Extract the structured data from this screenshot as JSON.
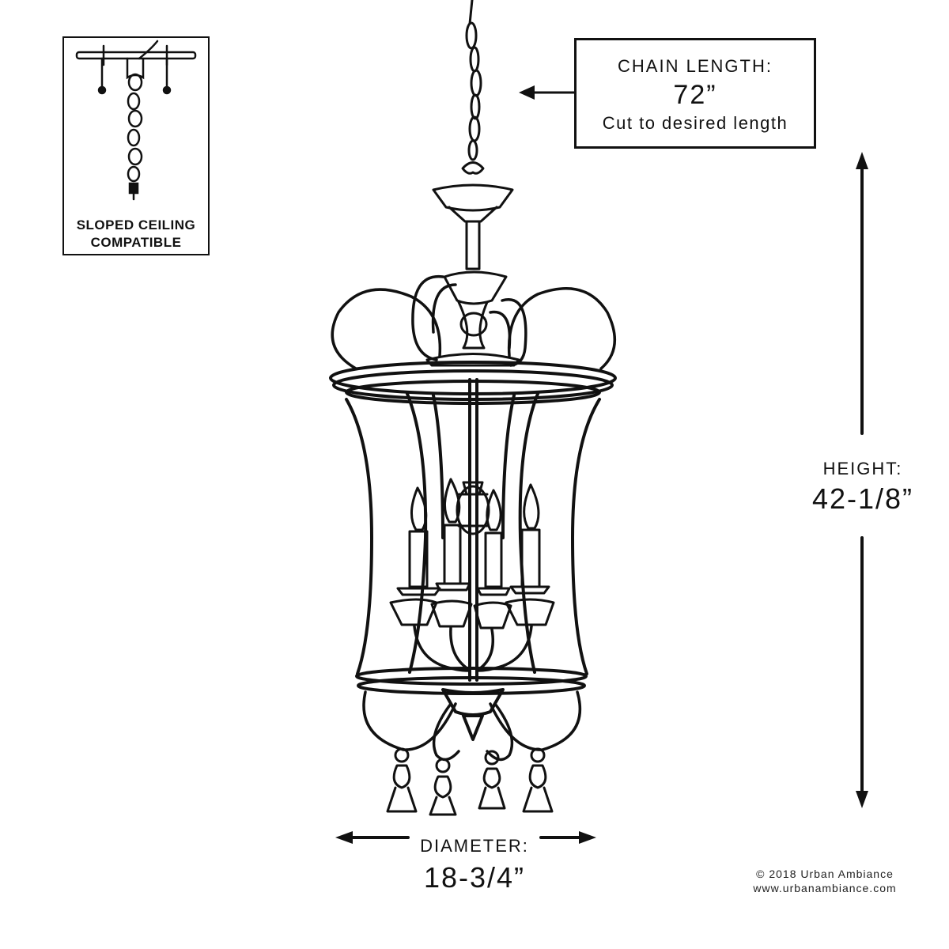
{
  "badge": {
    "line1": "SLOPED CEILING",
    "line2": "COMPATIBLE"
  },
  "chain": {
    "title": "CHAIN LENGTH:",
    "value": "72”",
    "note": "Cut to desired length"
  },
  "height": {
    "title": "HEIGHT:",
    "value": "42-1/8”"
  },
  "diameter": {
    "title": "DIAMETER:",
    "value": "18-3/4”"
  },
  "copyright": {
    "line1": "© 2018 Urban Ambiance",
    "line2": "www.urbanambiance.com"
  },
  "colors": {
    "ink": "#111111",
    "background": "#ffffff"
  }
}
